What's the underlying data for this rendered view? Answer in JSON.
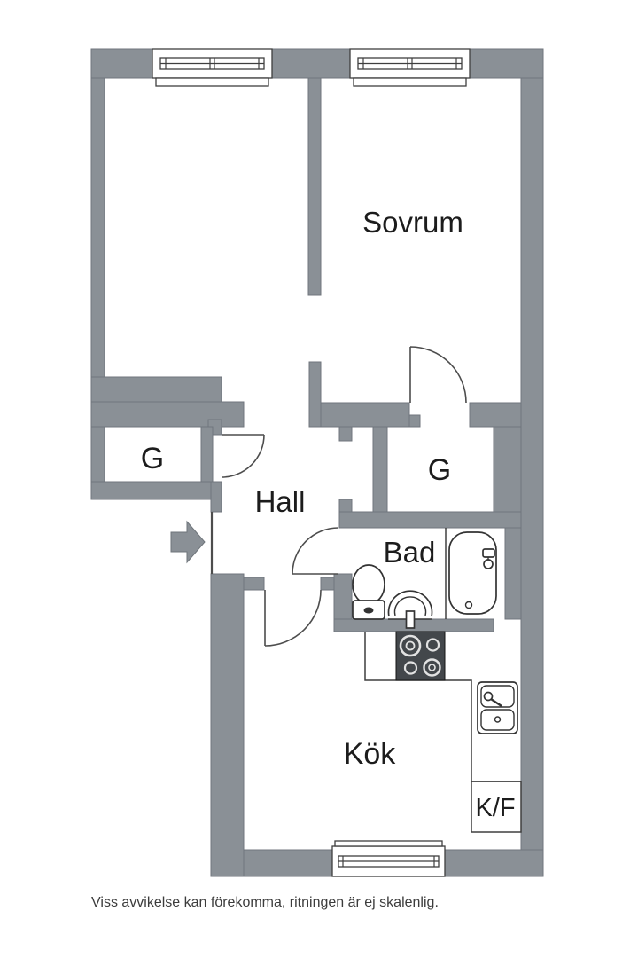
{
  "floor_plan": {
    "rooms": {
      "bedroom": "Sovrum",
      "hall": "Hall",
      "closet_left": "G",
      "closet_right": "G",
      "bathroom": "Bad",
      "kitchen": "Kök",
      "fridge_freezer": "K/F"
    },
    "disclaimer": "Viss avvikelse kan förekomma, ritningen är ej skalenlig.",
    "colors": {
      "wall": "#8A9096",
      "background": "#FFFFFF",
      "line": "#4D4D4D",
      "stove": "#43474B",
      "burner_ring": "#E2E2E2",
      "label": "#1C1C1C",
      "disclaimer": "#3C3C3C"
    },
    "icons": {
      "entrance_arrow": "arrow-right"
    }
  }
}
